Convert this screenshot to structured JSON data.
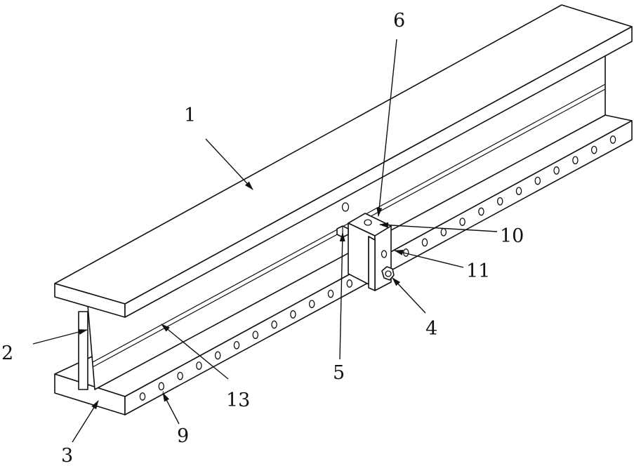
{
  "labels": {
    "l1": "1",
    "l2": "2",
    "l3": "3",
    "l4": "4",
    "l5": "5",
    "l6": "6",
    "l9": "9",
    "l10": "10",
    "l11": "11",
    "l13": "13"
  }
}
